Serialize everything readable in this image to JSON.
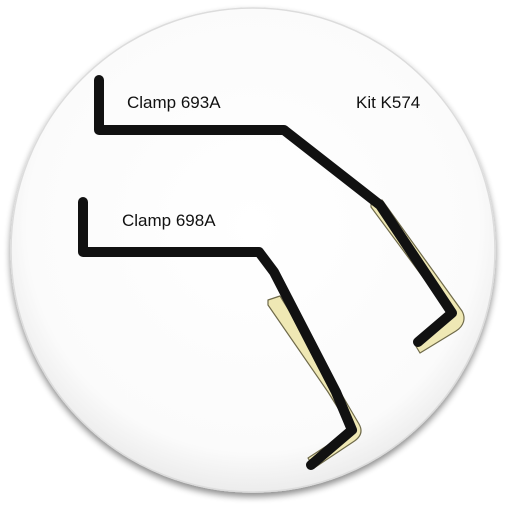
{
  "labels": {
    "clamp_693a": "Clamp 693A",
    "kit": "Kit K574",
    "clamp_698a": "Clamp 698A"
  },
  "colors": {
    "background": "#ffffff",
    "disc_fill": "#ffffff",
    "disc_edge": "#d9d9d9",
    "disc_shadow": "#9a9a9a",
    "wire": "#111111",
    "insulation_fill": "#efe8b4",
    "insulation_edge": "#6f6a4a"
  },
  "icons": {
    "clamp_693a": "wire-clamp-icon",
    "clamp_698a": "wire-clamp-icon",
    "kit_pad": "insulation-pad-icon"
  }
}
